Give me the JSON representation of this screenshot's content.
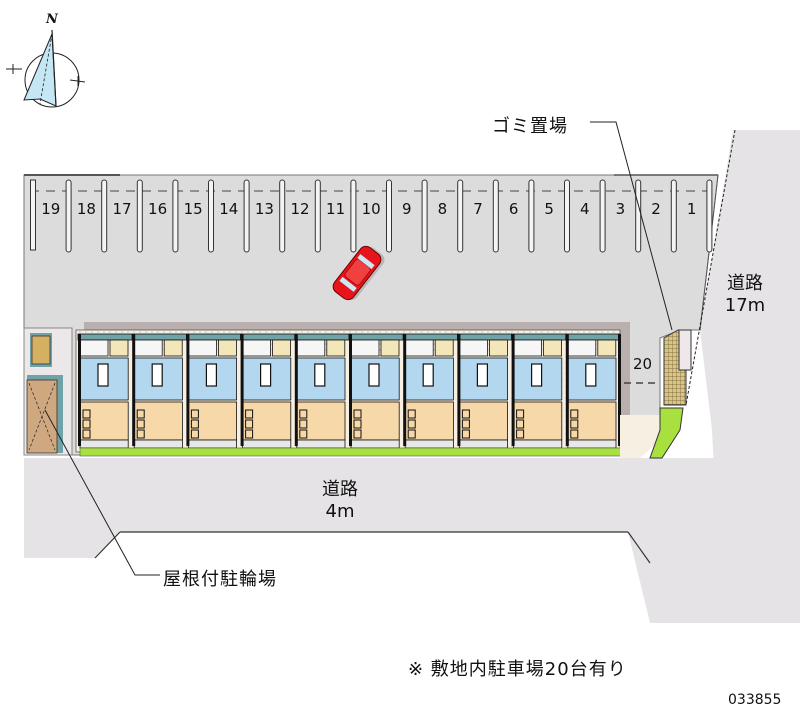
{
  "compass": {
    "north_label": "N"
  },
  "parking": {
    "spaces": [
      "19",
      "18",
      "17",
      "16",
      "15",
      "14",
      "13",
      "12",
      "11",
      "10",
      "9",
      "8",
      "7",
      "6",
      "5",
      "4",
      "3",
      "2",
      "1"
    ],
    "extra_space": "20"
  },
  "building": {
    "unit_count": 10
  },
  "labels": {
    "garbage_area": "ゴミ置場",
    "covered_bicycle_parking": "屋根付駐輪場",
    "road_east_name": "道路",
    "road_east_width": "17m",
    "road_south_name": "道路",
    "road_south_width": "4m"
  },
  "footer": {
    "note": "※ 敷地内駐車場20台有り",
    "property_code": "033855"
  },
  "colors": {
    "lot_gray": "#dcdcdc",
    "road_gray": "#e6e3e6",
    "room_blue": "#b4d7f0",
    "room_tan": "#f7d8a8",
    "car_red": "#e8141c",
    "grass_green": "#a8e040",
    "bike_roof_teal": "#6fa3a8"
  }
}
